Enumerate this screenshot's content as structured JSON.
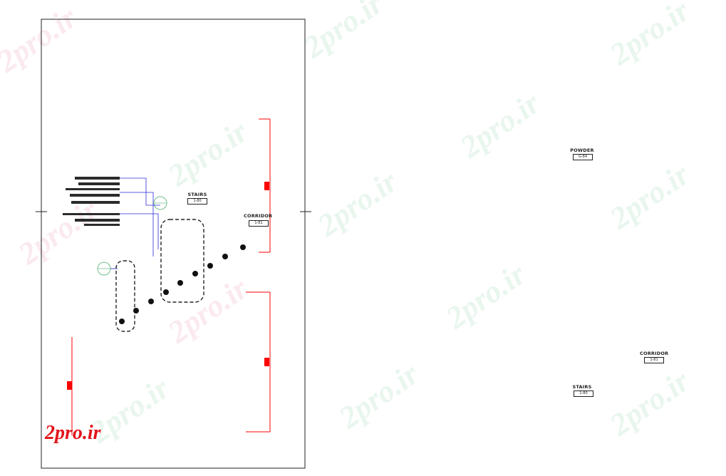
{
  "colors": {
    "wall": "#222222",
    "marker": "#ff0000",
    "leader": "#2b2bd6",
    "tag": "#ffe600",
    "grid_symbol": "#9bd39b",
    "watermark": "#7cc896",
    "logo": "#e3141b"
  },
  "labels": {
    "stairs_left": "STAIRS",
    "stairs_left_scale": "1-80",
    "corridor_left": "CORRIDOR",
    "corridor_left_scale": "1-81",
    "powder": "POWDER",
    "powder_scale": "G-84",
    "corridor_right": "CORRIDOR",
    "corridor_right_scale": "1-81",
    "stairs_right": "STAIRS",
    "stairs_right_scale": "1-80"
  },
  "watermark_text": "2pro.ir",
  "logo_text": "2pro.ir",
  "icons": [
    "circle-marker-icon",
    "section-marker-icon",
    "break-line-icon"
  ]
}
